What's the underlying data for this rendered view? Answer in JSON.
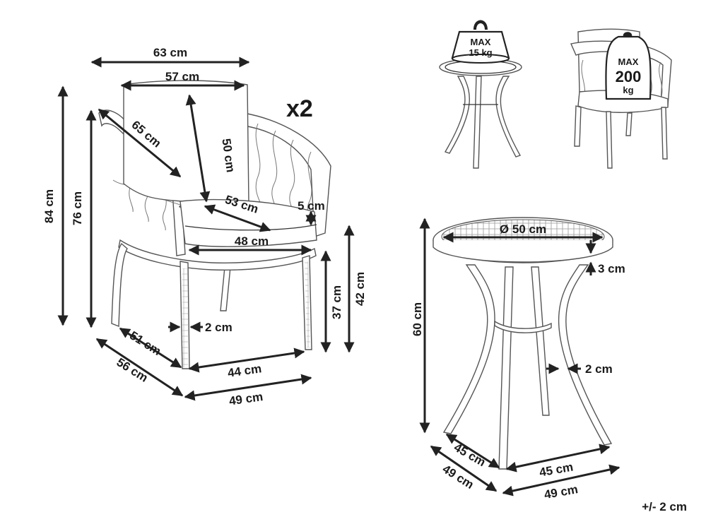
{
  "chair": {
    "width_outer": "63 cm",
    "width_cushion": "57 cm",
    "armrest_diagonal": "65 cm",
    "back_cushion_height": "50 cm",
    "seat_depth": "53 cm",
    "cushion_thickness": "5 cm",
    "seat_width": "48 cm",
    "total_height": "84 cm",
    "armrest_height": "76 cm",
    "leg_thickness": "2 cm",
    "seat_height_inner": "37 cm",
    "seat_height_total": "42 cm",
    "base_depth_inner": "51 cm",
    "base_depth_outer": "56 cm",
    "base_width_inner": "44 cm",
    "base_width_outer": "49 cm",
    "quantity": "x2"
  },
  "table": {
    "diameter": "Ø 50 cm",
    "top_thickness": "3 cm",
    "height": "60 cm",
    "leg_thickness": "2 cm",
    "base_depth_inner": "45 cm",
    "base_depth_outer": "49 cm",
    "base_width_inner": "45 cm",
    "base_width_outer": "49 cm"
  },
  "load": {
    "table_label": "MAX",
    "table_value": "15 kg",
    "chair_label": "MAX",
    "chair_value": "200",
    "chair_unit": "kg"
  },
  "tolerance": "+/- 2 cm"
}
